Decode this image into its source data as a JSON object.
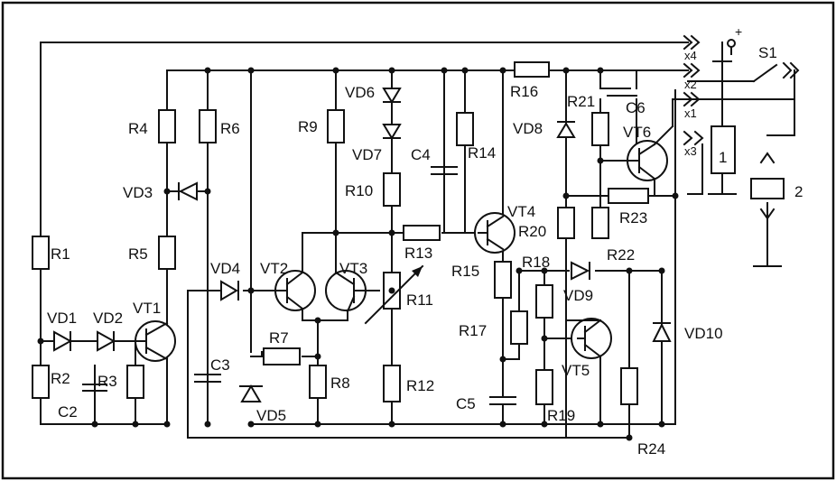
{
  "schematic": {
    "labels": {
      "R1": "R1",
      "R2": "R2",
      "R3": "R3",
      "R4": "R4",
      "R5": "R5",
      "R6": "R6",
      "R7": "R7",
      "R8": "R8",
      "R9": "R9",
      "R10": "R10",
      "R11": "R11",
      "R12": "R12",
      "R13": "R13",
      "R14": "R14",
      "R15": "R15",
      "R16": "R16",
      "R17": "R17",
      "R18": "R18",
      "R19": "R19",
      "R20": "R20",
      "R21": "R21",
      "R22": "R22",
      "R23": "R23",
      "R24": "R24",
      "C2": "C2",
      "C3": "C3",
      "C4": "C4",
      "C5": "C5",
      "C6": "C6",
      "VD1": "VD1",
      "VD2": "VD2",
      "VD3": "VD3",
      "VD4": "VD4",
      "VD5": "VD5",
      "VD6": "VD6",
      "VD7": "VD7",
      "VD8": "VD8",
      "VD9": "VD9",
      "VD10": "VD10",
      "VT1": "VT1",
      "VT2": "VT2",
      "VT3": "VT3",
      "VT4": "VT4",
      "VT5": "VT5",
      "VT6": "VT6",
      "X1": "x1",
      "X2": "x2",
      "X3": "x3",
      "X4": "x4",
      "S1": "S1",
      "plus": "+",
      "lamp": "1",
      "relay": "2"
    }
  }
}
